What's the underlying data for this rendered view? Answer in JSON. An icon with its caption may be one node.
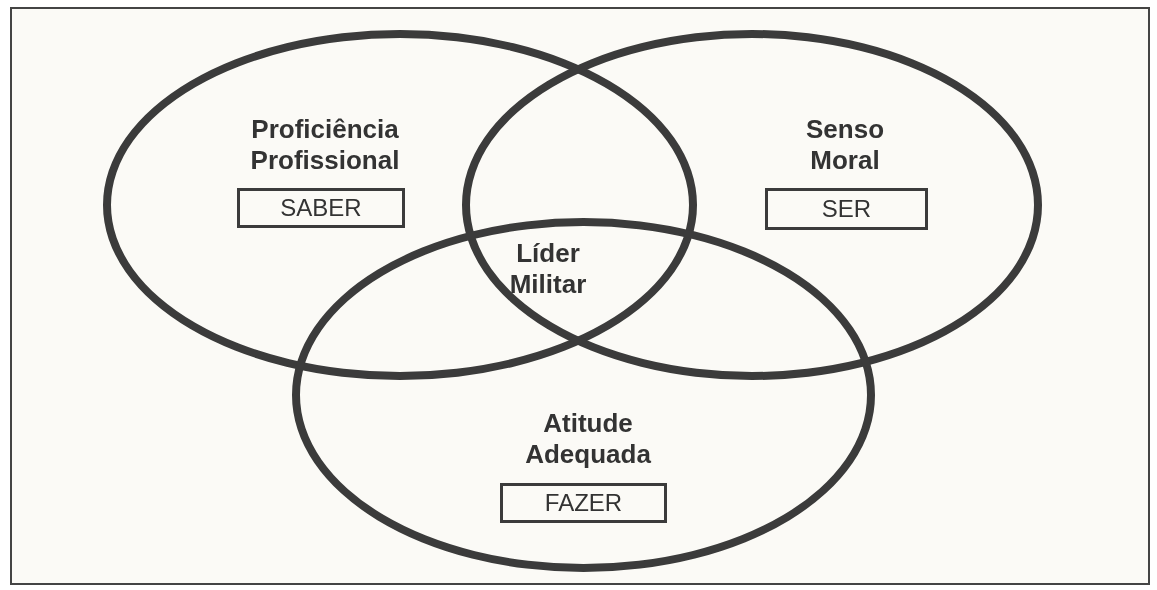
{
  "diagram": {
    "nodes": [
      {
        "text": [
          "Proficiência Profissional"
        ]
      },
      {
        "text": [
          "SABER"
        ],
        "in": 0
      },
      {
        "text": [
          "Senso Moral"
        ]
      },
      {
        "text": [
          "SER"
        ],
        "in": 2
      },
      {
        "text": [
          "Atitude Adequada"
        ]
      },
      {
        "text": [
          "FAZER"
        ],
        "in": 4
      }
    ],
    "labels": [
      "Líder Militar"
    ]
  }
}
